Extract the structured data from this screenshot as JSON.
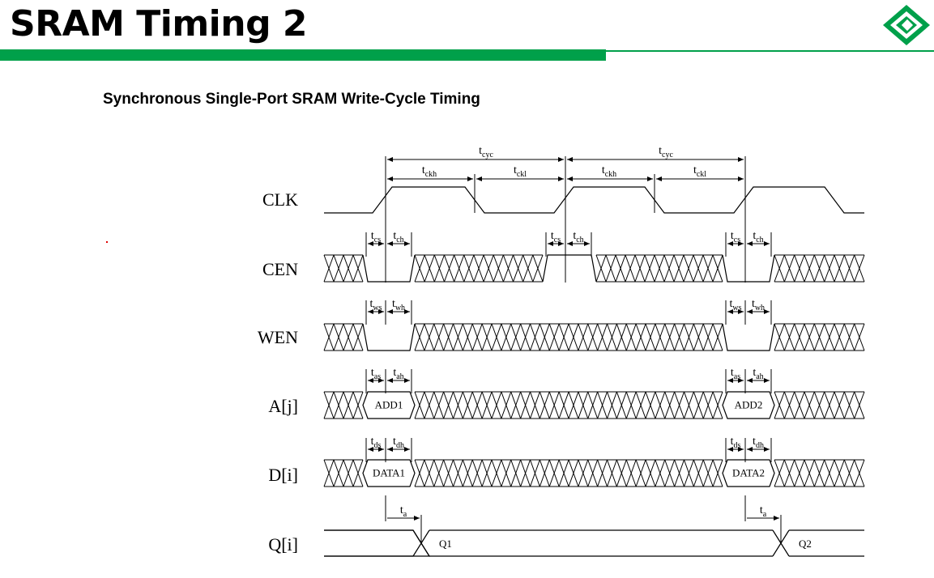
{
  "slide": {
    "title": "SRAM Timing 2",
    "subtitle": "Synchronous Single-Port SRAM Write-Cycle Timing",
    "brand_color": "#00a04a"
  },
  "logo": {
    "icon": "chip-logo-icon",
    "color": "#00a04a"
  },
  "signals": [
    {
      "id": "clk",
      "label": "CLK"
    },
    {
      "id": "cen",
      "label": "CEN"
    },
    {
      "id": "wen",
      "label": "WEN"
    },
    {
      "id": "addr",
      "label": "A[j]"
    },
    {
      "id": "din",
      "label": "D[i]"
    },
    {
      "id": "qout",
      "label": "Q[i]"
    }
  ],
  "bus_values": {
    "addr": [
      "ADD1",
      "ADD2"
    ],
    "din": [
      "DATA1",
      "DATA2"
    ],
    "qout": [
      "Q1",
      "Q2"
    ]
  },
  "timing_params": {
    "cyc": {
      "main": "t",
      "sub": "cyc"
    },
    "ckh": {
      "main": "t",
      "sub": "ckh"
    },
    "ckl": {
      "main": "t",
      "sub": "ckl"
    },
    "cs": {
      "main": "t",
      "sub": "cs"
    },
    "ch": {
      "main": "t",
      "sub": "ch"
    },
    "ws": {
      "main": "t",
      "sub": "ws"
    },
    "wh": {
      "main": "t",
      "sub": "wh"
    },
    "as": {
      "main": "t",
      "sub": "as"
    },
    "ah": {
      "main": "t",
      "sub": "ah"
    },
    "ds": {
      "main": "t",
      "sub": "ds"
    },
    "dh": {
      "main": "t",
      "sub": "dh"
    },
    "a": {
      "main": "t",
      "sub": "a"
    }
  }
}
